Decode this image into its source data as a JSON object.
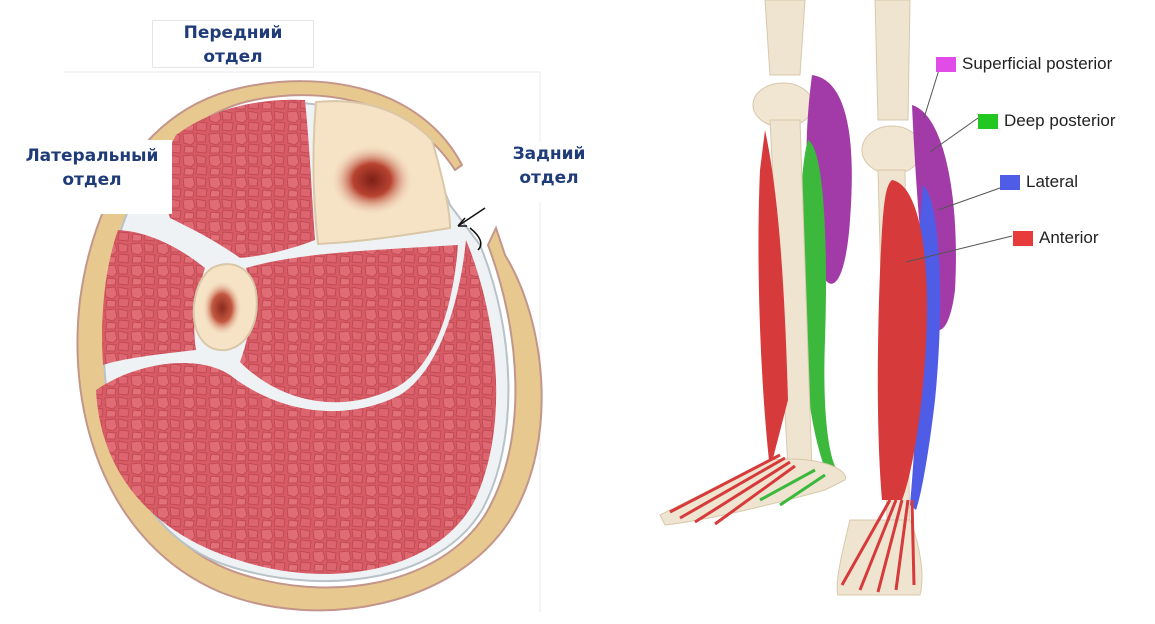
{
  "cross_section": {
    "labels": {
      "anterior": [
        "Передний",
        "отдел"
      ],
      "lateral": [
        "Латеральный",
        "отдел"
      ],
      "posterior": [
        "Задний",
        "отдел"
      ]
    },
    "colors": {
      "muscle": "#d9606a",
      "fascia": "#eef2f5",
      "skin": "#e7c98f",
      "bone": "#f6e3c6",
      "marrow": "#b8302a"
    }
  },
  "leg_illustration": {
    "legend": [
      {
        "label": "Superficial posterior",
        "color": "#e14be8"
      },
      {
        "label": "Deep posterior",
        "color": "#22c722"
      },
      {
        "label": "Lateral",
        "color": "#4f5ce6"
      },
      {
        "label": "Anterior",
        "color": "#e83b3b"
      }
    ]
  }
}
